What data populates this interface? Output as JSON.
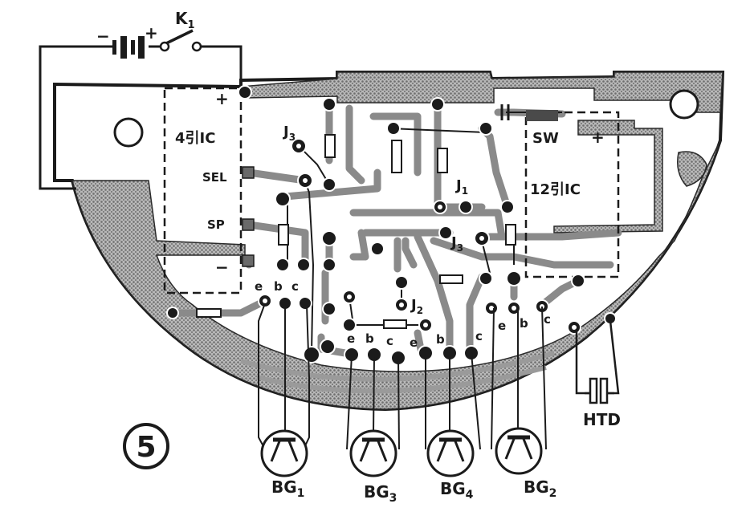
{
  "figure_number": "5",
  "switch_label": "K",
  "switch_sub": "1",
  "battery": {
    "neg": "−",
    "pos": "+"
  },
  "ic_left": {
    "name": "4引IC",
    "plus": "+",
    "minus": "−"
  },
  "ic_right": {
    "name": "12引IC",
    "plus": "+"
  },
  "pins": {
    "sel": "SEL",
    "sp": "SP",
    "sw": "SW"
  },
  "jumpers": {
    "j1": "J",
    "j1_sub": "1",
    "j2": "J",
    "j2_sub": "2",
    "j3": "J",
    "j3_sub": "3"
  },
  "transistor_pins": {
    "e": "e",
    "b": "b",
    "c": "c"
  },
  "transistors": [
    {
      "main": "BG",
      "sub": "1"
    },
    {
      "main": "BG",
      "sub": "3"
    },
    {
      "main": "BG",
      "sub": "4"
    },
    {
      "main": "BG",
      "sub": "2"
    }
  ],
  "htd": "HTD",
  "colors": {
    "ink": "#1b1b1b",
    "copper": "#8a8a8a",
    "board": "#ffffff"
  }
}
